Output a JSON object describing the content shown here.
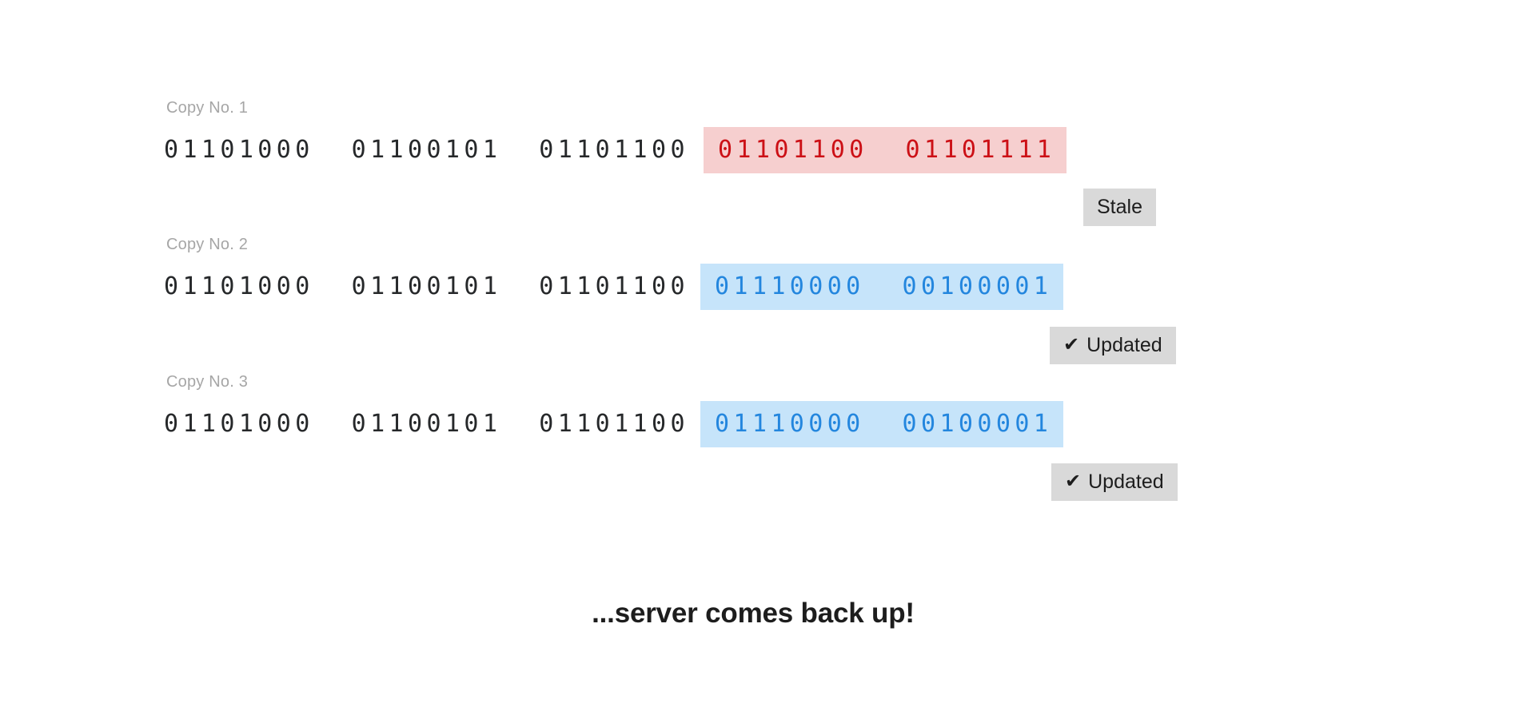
{
  "colors": {
    "background": "#ffffff",
    "plain_bits": "#26282a",
    "label_gray": "#a6a6a6",
    "stale_bg": "#f6cfcf",
    "stale_fg": "#cc1016",
    "fresh_bg": "#c6e4fa",
    "fresh_fg": "#2386de",
    "badge_bg": "#d9d9d9",
    "badge_fg": "#1d1d1d",
    "caption_fg": "#1d1d1d"
  },
  "rows": [
    {
      "label": "Copy No. 1",
      "plain_bits": "01101000  01100101  01101100",
      "highlight_bits": "01101100  01101111",
      "highlight_state": "stale",
      "badge": {
        "label": "Stale",
        "icon": "",
        "has_check": false
      }
    },
    {
      "label": "Copy No. 2",
      "plain_bits": "01101000  01100101  01101100",
      "highlight_bits": "01110000  00100001",
      "highlight_state": "fresh",
      "badge": {
        "label": "Updated",
        "icon": "✔",
        "has_check": true
      }
    },
    {
      "label": "Copy No. 3",
      "plain_bits": "01101000  01100101  01101100",
      "highlight_bits": "01110000  00100001",
      "highlight_state": "fresh",
      "badge": {
        "label": "Updated",
        "icon": "✔",
        "has_check": true
      }
    }
  ],
  "caption": "...server comes back up!"
}
